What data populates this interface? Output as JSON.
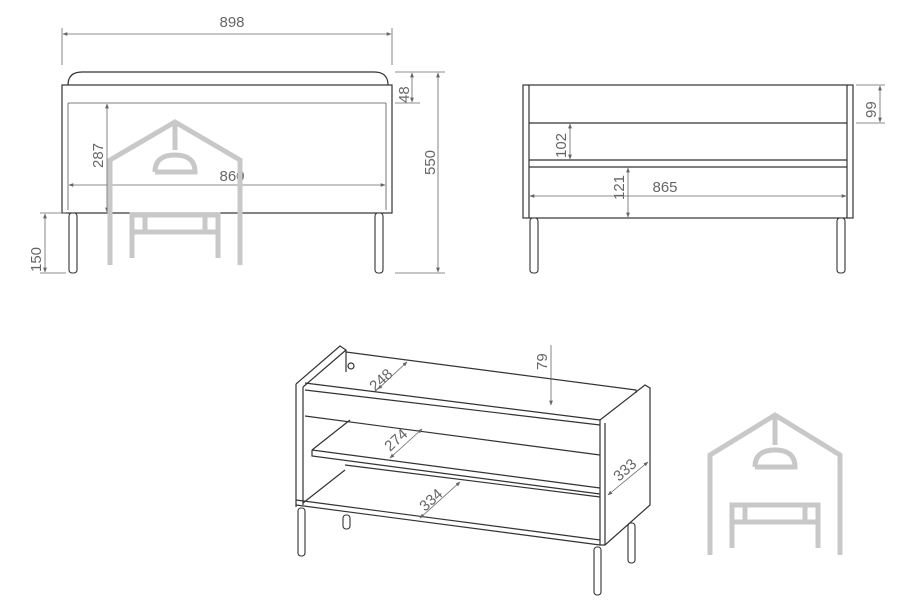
{
  "front_view": {
    "overall_width": "898",
    "cushion_height": "48",
    "overall_height": "550",
    "inner_height": "287",
    "inner_width": "860",
    "leg_height": "150"
  },
  "back_view": {
    "top_rail_height": "99",
    "upper_opening": "102",
    "lower_opening": "121",
    "inner_width": "865"
  },
  "iso_view": {
    "top_depth": "248",
    "top_rail": "79",
    "shelf_depth": "274",
    "side_depth": "333",
    "bottom_depth": "334"
  },
  "colors": {
    "line": "#333333",
    "dimension": "#666666",
    "watermark": "#c8c8c8"
  }
}
